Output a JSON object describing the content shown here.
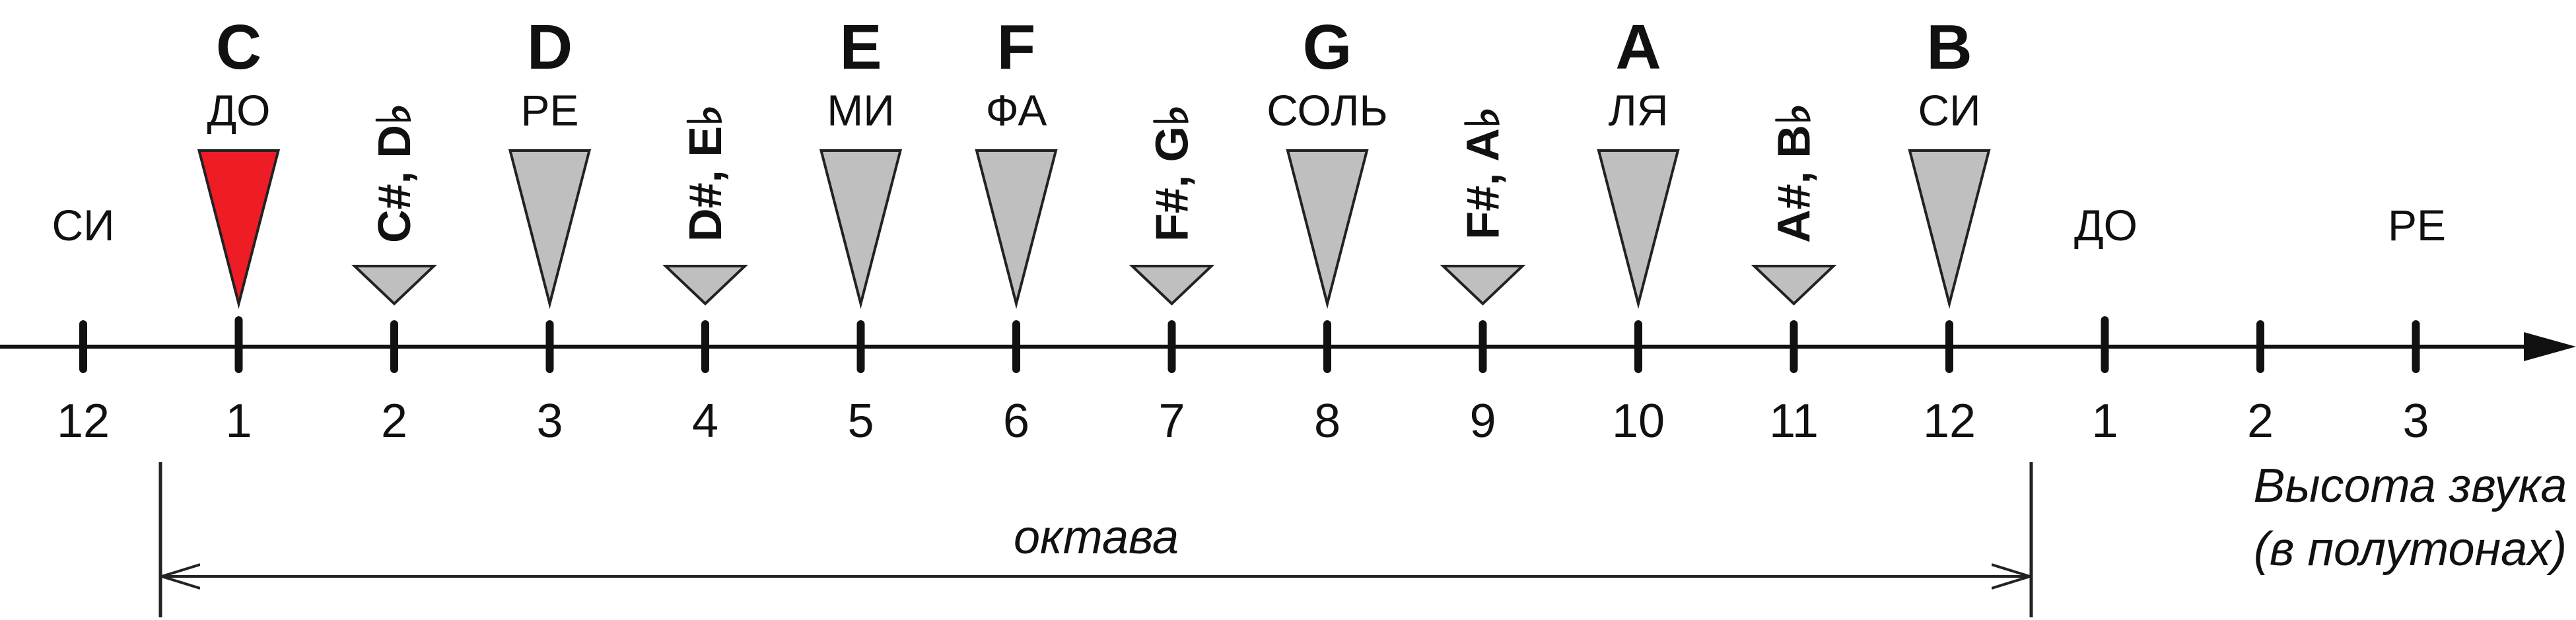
{
  "colors": {
    "root_marker": "#ee1c25",
    "marker": "#bfbfbf",
    "outline": "#222222"
  },
  "numbers": [
    "12",
    "1",
    "2",
    "3",
    "4",
    "5",
    "6",
    "7",
    "8",
    "9",
    "10",
    "11",
    "12",
    "1",
    "2",
    "3"
  ],
  "context_labels": {
    "left": "СИ",
    "right_1": "ДО",
    "right_2": "РЕ"
  },
  "natural_notes": [
    {
      "semitone": 1,
      "letter": "C",
      "solfege": "ДО",
      "root": true
    },
    {
      "semitone": 3,
      "letter": "D",
      "solfege": "РЕ",
      "root": false
    },
    {
      "semitone": 5,
      "letter": "E",
      "solfege": "МИ",
      "root": false
    },
    {
      "semitone": 6,
      "letter": "F",
      "solfege": "ФА",
      "root": false
    },
    {
      "semitone": 8,
      "letter": "G",
      "solfege": "СОЛЬ",
      "root": false
    },
    {
      "semitone": 10,
      "letter": "A",
      "solfege": "ЛЯ",
      "root": false
    },
    {
      "semitone": 12,
      "letter": "B",
      "solfege": "СИ",
      "root": false
    }
  ],
  "accidentals": [
    {
      "semitone": 2,
      "label": "C#, D♭"
    },
    {
      "semitone": 4,
      "label": "D#, E♭"
    },
    {
      "semitone": 7,
      "label": "F#, G♭"
    },
    {
      "semitone": 9,
      "label": "F#, A♭"
    },
    {
      "semitone": 11,
      "label": "A#, B♭"
    }
  ],
  "octave_label": "октава",
  "axis_label_line1": "Высота звука",
  "axis_label_line2": "(в полутонах)"
}
